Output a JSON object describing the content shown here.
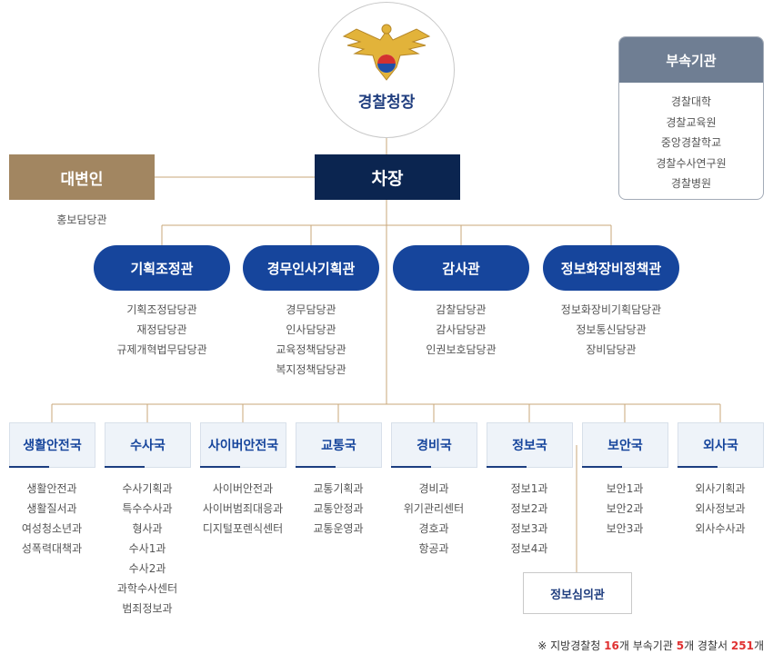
{
  "chief": {
    "label": "경찰청장"
  },
  "deputy": {
    "label": "차장"
  },
  "spokesman": {
    "label": "대변인",
    "items": [
      "홍보담당관"
    ]
  },
  "affiliated": {
    "title": "부속기관",
    "items": [
      "경찰대학",
      "경찰교육원",
      "중앙경찰학교",
      "경찰수사연구원",
      "경찰병원"
    ]
  },
  "offices": [
    {
      "label": "기획조정관",
      "items": [
        "기획조정담당관",
        "재정담당관",
        "규제개혁법무담당관"
      ]
    },
    {
      "label": "경무인사기획관",
      "items": [
        "경무담당관",
        "인사담당관",
        "교육정책담당관",
        "복지정책담당관"
      ]
    },
    {
      "label": "감사관",
      "items": [
        "감찰담당관",
        "감사담당관",
        "인권보호담당관"
      ]
    },
    {
      "label": "정보화장비정책관",
      "items": [
        "정보화장비기획담당관",
        "정보통신담당관",
        "장비담당관"
      ]
    }
  ],
  "bureaus": [
    {
      "label": "생활안전국",
      "items": [
        "생활안전과",
        "생활질서과",
        "여성청소년과",
        "성폭력대책과"
      ]
    },
    {
      "label": "수사국",
      "items": [
        "수사기획과",
        "특수수사과",
        "형사과",
        "수사1과",
        "수사2과",
        "과학수사센터",
        "범죄정보과"
      ]
    },
    {
      "label": "사이버안전국",
      "items": [
        "사이버안전과",
        "사이버범죄대응과",
        "디지털포렌식센터"
      ]
    },
    {
      "label": "교통국",
      "items": [
        "교통기획과",
        "교통안정과",
        "교통운영과"
      ]
    },
    {
      "label": "경비국",
      "items": [
        "경비과",
        "위기관리센터",
        "경호과",
        "항공과"
      ]
    },
    {
      "label": "정보국",
      "items": [
        "정보1과",
        "정보2과",
        "정보3과",
        "정보4과"
      ]
    },
    {
      "label": "보안국",
      "items": [
        "보안1과",
        "보안2과",
        "보안3과"
      ]
    },
    {
      "label": "외사국",
      "items": [
        "외사기획과",
        "외사정보과",
        "외사수사과"
      ]
    }
  ],
  "review_officer": {
    "label": "정보심의관"
  },
  "footnote": {
    "prefix": "※ 지방경찰청",
    "n1": "16",
    "t1": "개 부속기관",
    "n2": "5",
    "t2": "개 경찰서",
    "n3": "251",
    "t3": "개"
  },
  "colors": {
    "navy": "#0b2550",
    "blue": "#16459c",
    "brown": "#a28661",
    "gold_line": "#c9a77a",
    "slate": "#6f7e93",
    "red": "#e03131"
  }
}
